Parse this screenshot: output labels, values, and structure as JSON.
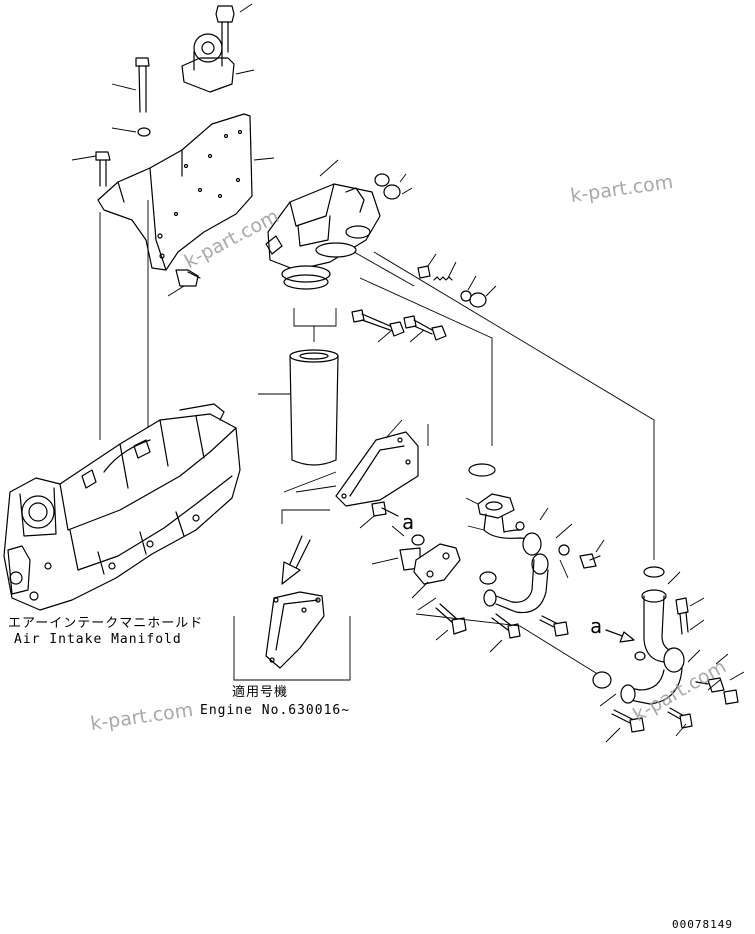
{
  "labels": {
    "manifold_jp": "エアーインテークマニホールド",
    "manifold_en": "Air Intake Manifold",
    "serial_jp": "適用号機",
    "serial_en": "Engine No.630016~",
    "marker_a1": "a",
    "marker_a2": "a",
    "drawing_no": "00078149"
  },
  "watermarks": [
    "k-part.com",
    "k-part.com",
    "k-part.com",
    "k-part.com"
  ],
  "icons": [
    "arrow-down-left-icon",
    "arrow-right-icon"
  ]
}
